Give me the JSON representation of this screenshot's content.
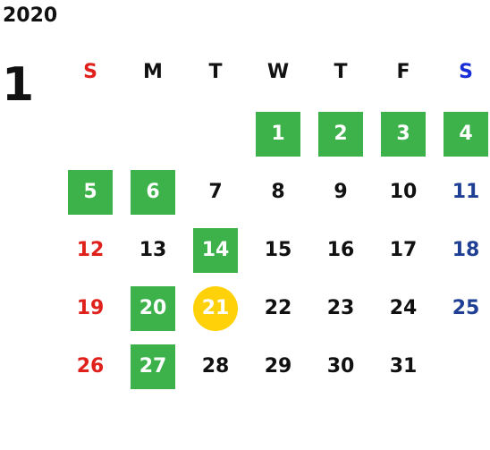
{
  "year": "2020",
  "month": "1",
  "weekdays": [
    {
      "label": "S",
      "color": "#e0201b"
    },
    {
      "label": "M",
      "color": "#111111"
    },
    {
      "label": "T",
      "color": "#111111"
    },
    {
      "label": "W",
      "color": "#111111"
    },
    {
      "label": "T",
      "color": "#111111"
    },
    {
      "label": "F",
      "color": "#111111"
    },
    {
      "label": "S",
      "color": "#1a2ed8"
    }
  ],
  "days": [
    {
      "day": "1",
      "style": "green"
    },
    {
      "day": "2",
      "style": "green"
    },
    {
      "day": "3",
      "style": "green"
    },
    {
      "day": "4",
      "style": "green"
    },
    {
      "day": "5",
      "style": "green"
    },
    {
      "day": "6",
      "style": "green"
    },
    {
      "day": "7",
      "style": "plain"
    },
    {
      "day": "8",
      "style": "plain"
    },
    {
      "day": "9",
      "style": "plain"
    },
    {
      "day": "10",
      "style": "plain"
    },
    {
      "day": "11",
      "style": "sat"
    },
    {
      "day": "12",
      "style": "sun"
    },
    {
      "day": "13",
      "style": "plain"
    },
    {
      "day": "14",
      "style": "green"
    },
    {
      "day": "15",
      "style": "plain"
    },
    {
      "day": "16",
      "style": "plain"
    },
    {
      "day": "17",
      "style": "plain"
    },
    {
      "day": "18",
      "style": "sat"
    },
    {
      "day": "19",
      "style": "sun"
    },
    {
      "day": "20",
      "style": "green"
    },
    {
      "day": "21",
      "style": "circle"
    },
    {
      "day": "22",
      "style": "plain"
    },
    {
      "day": "23",
      "style": "plain"
    },
    {
      "day": "24",
      "style": "plain"
    },
    {
      "day": "25",
      "style": "sat"
    },
    {
      "day": "26",
      "style": "sun"
    },
    {
      "day": "27",
      "style": "green"
    },
    {
      "day": "28",
      "style": "plain"
    },
    {
      "day": "29",
      "style": "plain"
    },
    {
      "day": "30",
      "style": "plain"
    },
    {
      "day": "31",
      "style": "plain"
    }
  ],
  "colors": {
    "holiday_green": "#3db24b",
    "today_yellow": "#ffd108",
    "sunday_red": "#e0201b",
    "saturday_blue": "#1e3f93"
  }
}
